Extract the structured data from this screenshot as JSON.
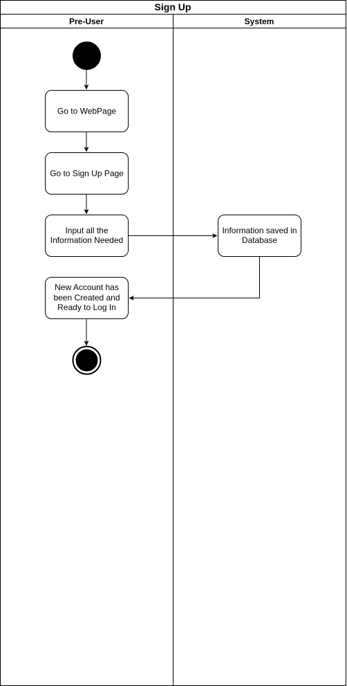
{
  "diagram": {
    "title": "Sign Up",
    "lanes": [
      {
        "id": "pre-user",
        "label": "Pre-User"
      },
      {
        "id": "system",
        "label": "System"
      }
    ],
    "nodes": [
      {
        "id": "start",
        "kind": "initial",
        "lane": "pre-user"
      },
      {
        "id": "go-to-webpage",
        "kind": "action",
        "lane": "pre-user",
        "lines": [
          "Go to WebPage"
        ]
      },
      {
        "id": "go-to-sign-up",
        "kind": "action",
        "lane": "pre-user",
        "lines": [
          "Go to Sign Up Page"
        ]
      },
      {
        "id": "input-info",
        "kind": "action",
        "lane": "pre-user",
        "lines": [
          "Input all the",
          "Information Needed"
        ]
      },
      {
        "id": "info-saved",
        "kind": "action",
        "lane": "system",
        "lines": [
          "Information saved in",
          "Database"
        ]
      },
      {
        "id": "account-created",
        "kind": "action",
        "lane": "pre-user",
        "lines": [
          "New Account has",
          "been Created and",
          "Ready to Log In"
        ]
      },
      {
        "id": "end",
        "kind": "final",
        "lane": "pre-user"
      }
    ],
    "edges": [
      {
        "from": "start",
        "to": "go-to-webpage"
      },
      {
        "from": "go-to-webpage",
        "to": "go-to-sign-up"
      },
      {
        "from": "go-to-sign-up",
        "to": "input-info"
      },
      {
        "from": "input-info",
        "to": "info-saved"
      },
      {
        "from": "info-saved",
        "to": "account-created"
      },
      {
        "from": "account-created",
        "to": "end"
      }
    ]
  }
}
